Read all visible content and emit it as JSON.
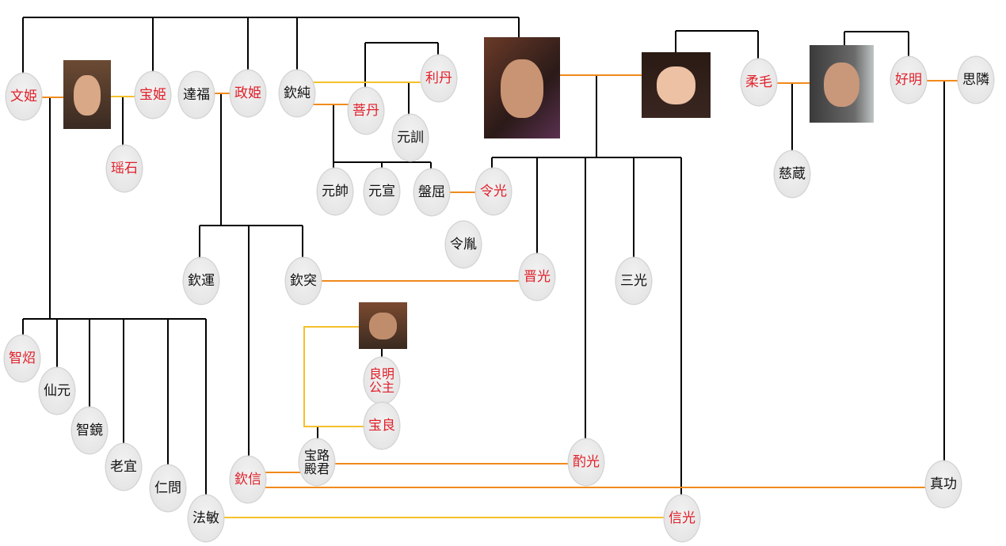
{
  "colors": {
    "red": "#e0202a",
    "black": "#111111",
    "orange": "#f08a1c",
    "yellow": "#f5c02a",
    "line": "#000000"
  },
  "people": {
    "bunki": {
      "name": "文姫",
      "red": true
    },
    "hohki": {
      "name": "宝姫",
      "red": true
    },
    "yoseki": {
      "name": "瑶石",
      "red": true
    },
    "tatsufuku": {
      "name": "達福",
      "red": false
    },
    "seiki": {
      "name": "政姫",
      "red": true
    },
    "kinjun": {
      "name": "欽純",
      "red": false
    },
    "ritan": {
      "name": "利丹",
      "red": true
    },
    "botan": {
      "name": "菩丹",
      "red": true
    },
    "genkun": {
      "name": "元訓",
      "red": false
    },
    "jumo": {
      "name": "柔毛",
      "red": true
    },
    "komei": {
      "name": "好明",
      "red": true
    },
    "shirin": {
      "name": "思隣",
      "red": false
    },
    "jizo": {
      "name": "慈蔵",
      "red": false
    },
    "gensui": {
      "name": "元帥",
      "red": false
    },
    "gensen": {
      "name": "元宣",
      "red": false
    },
    "bankutsu": {
      "name": "盤屈",
      "red": false
    },
    "reiko": {
      "name": "令光",
      "red": true
    },
    "reiin": {
      "name": "令胤",
      "red": false
    },
    "kinun": {
      "name": "欽運",
      "red": false
    },
    "kintotsu": {
      "name": "欽突",
      "red": false
    },
    "shinko_jin": {
      "name": "晋光",
      "red": true
    },
    "sanko": {
      "name": "三光",
      "red": false
    },
    "ryomei": {
      "name": "良明\n公主",
      "red": true
    },
    "horyo": {
      "name": "宝良",
      "red": true
    },
    "chisho": {
      "name": "智炤",
      "red": true
    },
    "sengen": {
      "name": "仙元",
      "red": false
    },
    "chikyo": {
      "name": "智鏡",
      "red": false
    },
    "rogi": {
      "name": "老宜",
      "red": false
    },
    "jinmon": {
      "name": "仁問",
      "red": false
    },
    "hobin": {
      "name": "法敏",
      "red": false
    },
    "kinshin": {
      "name": "欽信",
      "red": true
    },
    "horo": {
      "name": "宝路\n殿君",
      "red": false
    },
    "shakuko": {
      "name": "酌光",
      "red": true
    },
    "shinko": {
      "name": "信光",
      "red": true
    },
    "shinko_2": {
      "name": "真功",
      "red": false
    }
  }
}
